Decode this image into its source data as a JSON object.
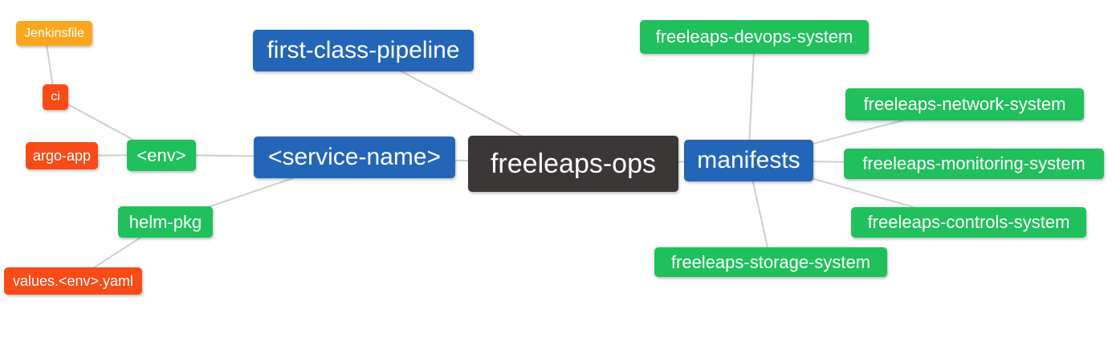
{
  "diagram": {
    "title": "freeleaps-ops repository mind map",
    "colors": {
      "root": "#3B3737",
      "branch_blue": "#2366B8",
      "child_green": "#20C05C",
      "leaf_orange": "#FAA71F",
      "leaf_red": "#F94B17",
      "edge": "#CFCFCF",
      "background": "#FFFFFF",
      "text": "#FFFFFF"
    },
    "nodes": [
      {
        "id": "jenkinsfile",
        "label": "Jenkinsfile",
        "type": "leaf_orange"
      },
      {
        "id": "ci",
        "label": "ci",
        "type": "leaf_red"
      },
      {
        "id": "argo-app",
        "label": "argo-app",
        "type": "leaf_red"
      },
      {
        "id": "env",
        "label": "<env>",
        "type": "child_green"
      },
      {
        "id": "helm-pkg",
        "label": "helm-pkg",
        "type": "child_green"
      },
      {
        "id": "values-env-yaml",
        "label": "values.<env>.yaml",
        "type": "leaf_red"
      },
      {
        "id": "first-class-pipeline",
        "label": "first-class-pipeline",
        "type": "branch_blue"
      },
      {
        "id": "service-name",
        "label": "<service-name>",
        "type": "branch_blue"
      },
      {
        "id": "freeleaps-ops",
        "label": "freeleaps-ops",
        "type": "root"
      },
      {
        "id": "manifests",
        "label": "manifests",
        "type": "branch_blue"
      },
      {
        "id": "devops-system",
        "label": "freeleaps-devops-system",
        "type": "child_green"
      },
      {
        "id": "network-system",
        "label": "freeleaps-network-system",
        "type": "child_green"
      },
      {
        "id": "monitoring-system",
        "label": "freeleaps-monitoring-system",
        "type": "child_green"
      },
      {
        "id": "controls-system",
        "label": "freeleaps-controls-system",
        "type": "child_green"
      },
      {
        "id": "storage-system",
        "label": "freeleaps-storage-system",
        "type": "child_green"
      }
    ],
    "edges": [
      [
        "jenkinsfile",
        "ci"
      ],
      [
        "ci",
        "env"
      ],
      [
        "argo-app",
        "env"
      ],
      [
        "env",
        "service-name"
      ],
      [
        "helm-pkg",
        "service-name"
      ],
      [
        "values-env-yaml",
        "helm-pkg"
      ],
      [
        "service-name",
        "freeleaps-ops"
      ],
      [
        "first-class-pipeline",
        "freeleaps-ops"
      ],
      [
        "freeleaps-ops",
        "manifests"
      ],
      [
        "manifests",
        "devops-system"
      ],
      [
        "manifests",
        "network-system"
      ],
      [
        "manifests",
        "monitoring-system"
      ],
      [
        "manifests",
        "controls-system"
      ],
      [
        "manifests",
        "storage-system"
      ]
    ]
  }
}
